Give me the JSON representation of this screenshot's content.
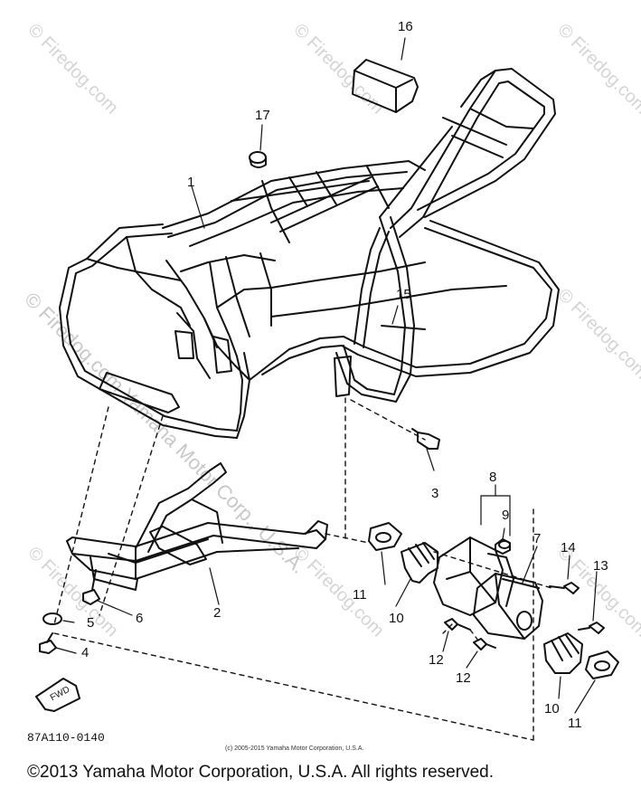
{
  "watermark": {
    "diagonal_text": "© Firedog.com",
    "center_text": "© Firedog.com Yamaha Motor Corp., U.S.A."
  },
  "callouts": {
    "p1": "1",
    "p2": "2",
    "p3": "3",
    "p4": "4",
    "p5": "5",
    "p6": "6",
    "p7": "7",
    "p8": "8",
    "p9": "9",
    "p10a": "10",
    "p10b": "10",
    "p11a": "11",
    "p11b": "11",
    "p12a": "12",
    "p12b": "12",
    "p13": "13",
    "p14": "14",
    "p15": "15",
    "p16": "16",
    "p17": "17"
  },
  "arrow_label": "FWD",
  "part_code": "87A110-0140",
  "small_copyright": "(c) 2005-2015 Yamaha Motor Corporation, U.S.A.",
  "footer_copyright": "©2013 Yamaha Motor Corporation, U.S.A. All rights reserved.",
  "colors": {
    "line": "#111111",
    "watermark": "#d4d4d4",
    "background": "#ffffff"
  }
}
